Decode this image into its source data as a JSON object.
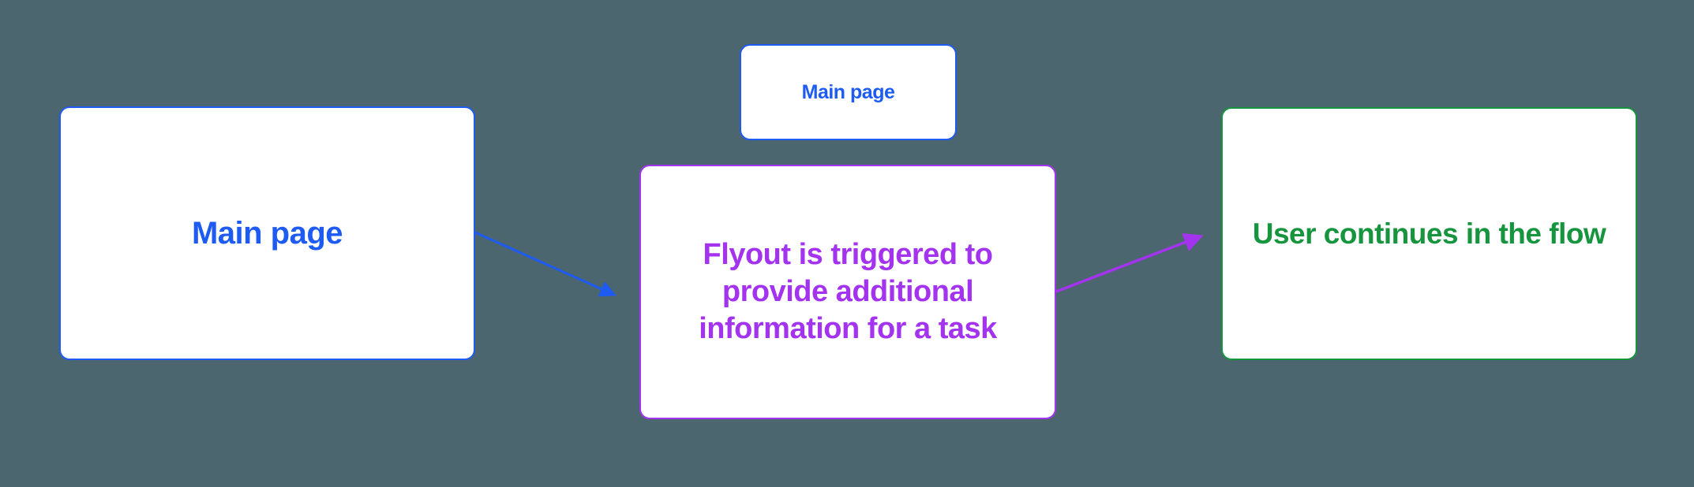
{
  "colors": {
    "bg": "#4c6670",
    "blue": "#1d5bf2",
    "purple": "#a433f0",
    "green": "#17953e",
    "node_bg": "#ffffff"
  },
  "nodes": {
    "main_large": {
      "label": "Main page",
      "color": "#1d5bf2"
    },
    "main_small": {
      "label": "Main page",
      "color": "#1d5bf2"
    },
    "flyout": {
      "lines": [
        "Flyout is triggered to",
        "provide additional",
        "information for a task"
      ],
      "color": "#a433f0"
    },
    "continue_flow": {
      "label": "User continues in the flow",
      "color": "#17953e"
    }
  },
  "edges": [
    {
      "from": "main_large",
      "to": "flyout",
      "color": "#1d5bf2"
    },
    {
      "from": "flyout",
      "to": "continue_flow",
      "color": "#a433f0"
    }
  ]
}
